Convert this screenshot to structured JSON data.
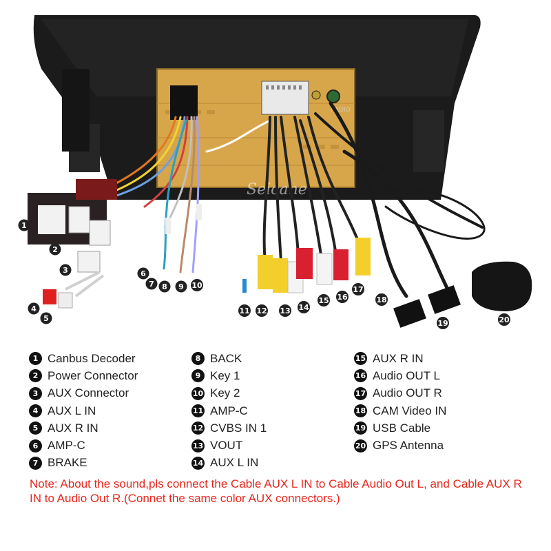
{
  "watermark": "Seicane",
  "radio_port_label": "RADIO",
  "legend": [
    {
      "num": "1",
      "label": "Canbus Decoder"
    },
    {
      "num": "2",
      "label": "Power Connector"
    },
    {
      "num": "3",
      "label": "AUX Connector"
    },
    {
      "num": "4",
      "label": "AUX L IN"
    },
    {
      "num": "5",
      "label": "AUX R IN"
    },
    {
      "num": "6",
      "label": "AMP-C"
    },
    {
      "num": "7",
      "label": "BRAKE"
    },
    {
      "num": "8",
      "label": "BACK"
    },
    {
      "num": "9",
      "label": "Key 1"
    },
    {
      "num": "10",
      "label": "Key 2"
    },
    {
      "num": "11",
      "label": "AMP-C"
    },
    {
      "num": "12",
      "label": "CVBS IN 1"
    },
    {
      "num": "13",
      "label": "VOUT"
    },
    {
      "num": "14",
      "label": "AUX L IN"
    },
    {
      "num": "15",
      "label": "AUX R IN"
    },
    {
      "num": "16",
      "label": "Audio OUT L"
    },
    {
      "num": "17",
      "label": "Audio OUT R"
    },
    {
      "num": "18",
      "label": "CAM Video IN"
    },
    {
      "num": "19",
      "label": "USB Cable"
    },
    {
      "num": "20",
      "label": "GPS Antenna"
    }
  ],
  "note": "Note: About the sound,pls connect the Cable AUX L IN to Cable Audio Out L, and Cable AUX R IN to  Audio Out R.(Connet the same color AUX connectors.)"
}
